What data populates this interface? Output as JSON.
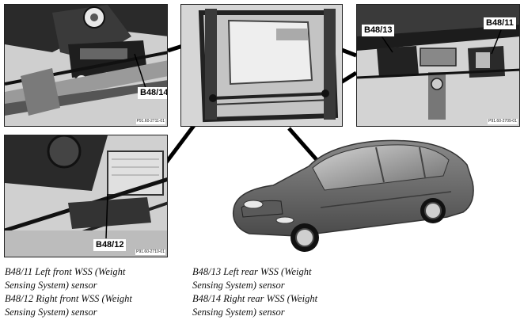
{
  "callouts": {
    "b48_14": "B48/14",
    "b48_13": "B48/13",
    "b48_11": "B48/11",
    "b48_12": "B48/12"
  },
  "photo_codes": {
    "top_left": "P91.60-2711-01",
    "top_right": "P91.60-2709-01",
    "bottom_left": "P91.60-2710-01"
  },
  "legend": {
    "col1": [
      "B48/11 Left front WSS (Weight",
      "Sensing System) sensor",
      "B48/12 Right front WSS (Weight",
      "Sensing System) sensor"
    ],
    "col2": [
      "B48/13 Left rear WSS (Weight",
      "Sensing System) sensor",
      "B48/14 Right rear WSS (Weight",
      "Sensing System) sensor"
    ]
  }
}
